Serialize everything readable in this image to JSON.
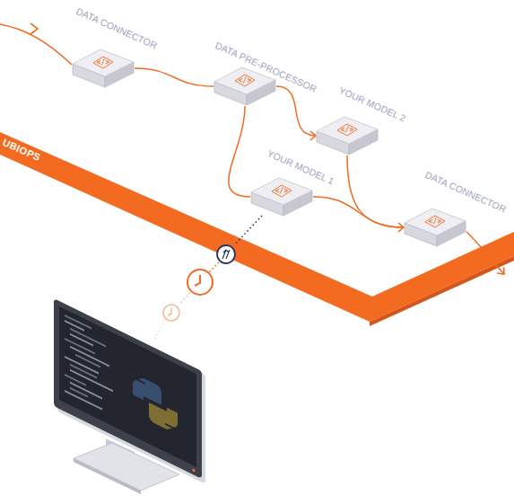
{
  "diagram": {
    "nodes": [
      {
        "text": [
          "DATA CONNECTOR",
          "</>"
        ]
      },
      {
        "text": [
          "DATA PRE-PROCESSOR",
          "</>"
        ]
      },
      {
        "text": [
          "YOUR MODEL 2",
          "</>"
        ]
      },
      {
        "text": [
          "UBIOPS"
        ]
      },
      {
        "text": [
          "YOUR MODEL 1",
          "</>"
        ]
      },
      {
        "text": [
          "DATA CONNECTOR",
          "</>"
        ]
      }
    ],
    "edges": [
      {
        "from": 0,
        "to": 1,
        "arrow": "none"
      },
      {
        "from": 1,
        "to": 2,
        "arrow": "to"
      },
      {
        "from": 1,
        "to": 4,
        "arrow": "none"
      },
      {
        "from": 4,
        "to": 5,
        "arrow": "to"
      },
      {
        "from": 2,
        "to": 5,
        "arrow": "none"
      }
    ]
  }
}
